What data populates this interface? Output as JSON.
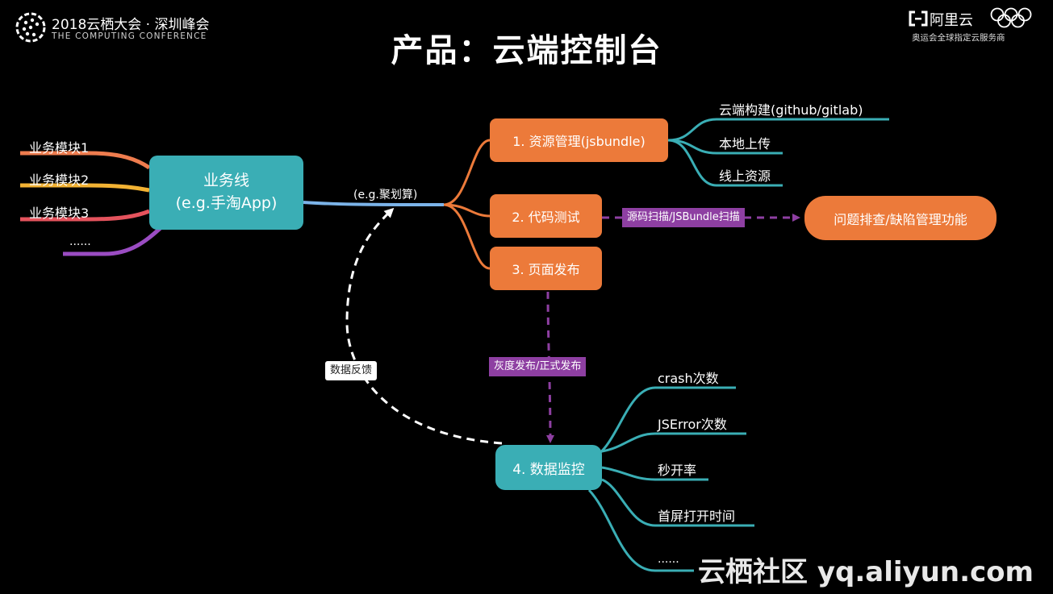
{
  "header": {
    "conference_title": "2018云栖大会 · 深圳峰会",
    "conference_subtitle": "THE COMPUTING CONFERENCE",
    "slide_title": "产品：云端控制台",
    "brand_name": "阿里云",
    "brand_tagline": "奥运会全球指定云服务商"
  },
  "diagram": {
    "business_line": {
      "line1": "业务线",
      "line2": "(e.g.手淘App)"
    },
    "modules": [
      "业务模块1",
      "业务模块2",
      "业务模块3",
      "......"
    ],
    "branch_label": "(e.g.聚划算)",
    "steps": {
      "resource": "1. 资源管理(jsbundle)",
      "test": "2. 代码测试",
      "publish": "3. 页面发布",
      "monitor": "4. 数据监控"
    },
    "resource_items": [
      "云端构建(github/gitlab)",
      "本地上传",
      "线上资源"
    ],
    "scan_tag": "源码扫描/JSBundle扫描",
    "issue_node": "问题排查/缺陷管理功能",
    "release_tag": "灰度发布/正式发布",
    "feedback_tag": "数据反馈",
    "metrics": [
      "crash次数",
      "JSError次数",
      "秒开率",
      "首屏打开时间",
      "......"
    ]
  },
  "watermark": "云栖社区 yq.aliyun.com",
  "colors": {
    "orange": "#ec7a3a",
    "teal": "#3aaeb5",
    "purple": "#8e3fa2",
    "module1": "#ee7c4e",
    "module2": "#f2b233",
    "module3": "#e4535d",
    "module4": "#9a4cc2",
    "link": "#7bb3e8"
  }
}
